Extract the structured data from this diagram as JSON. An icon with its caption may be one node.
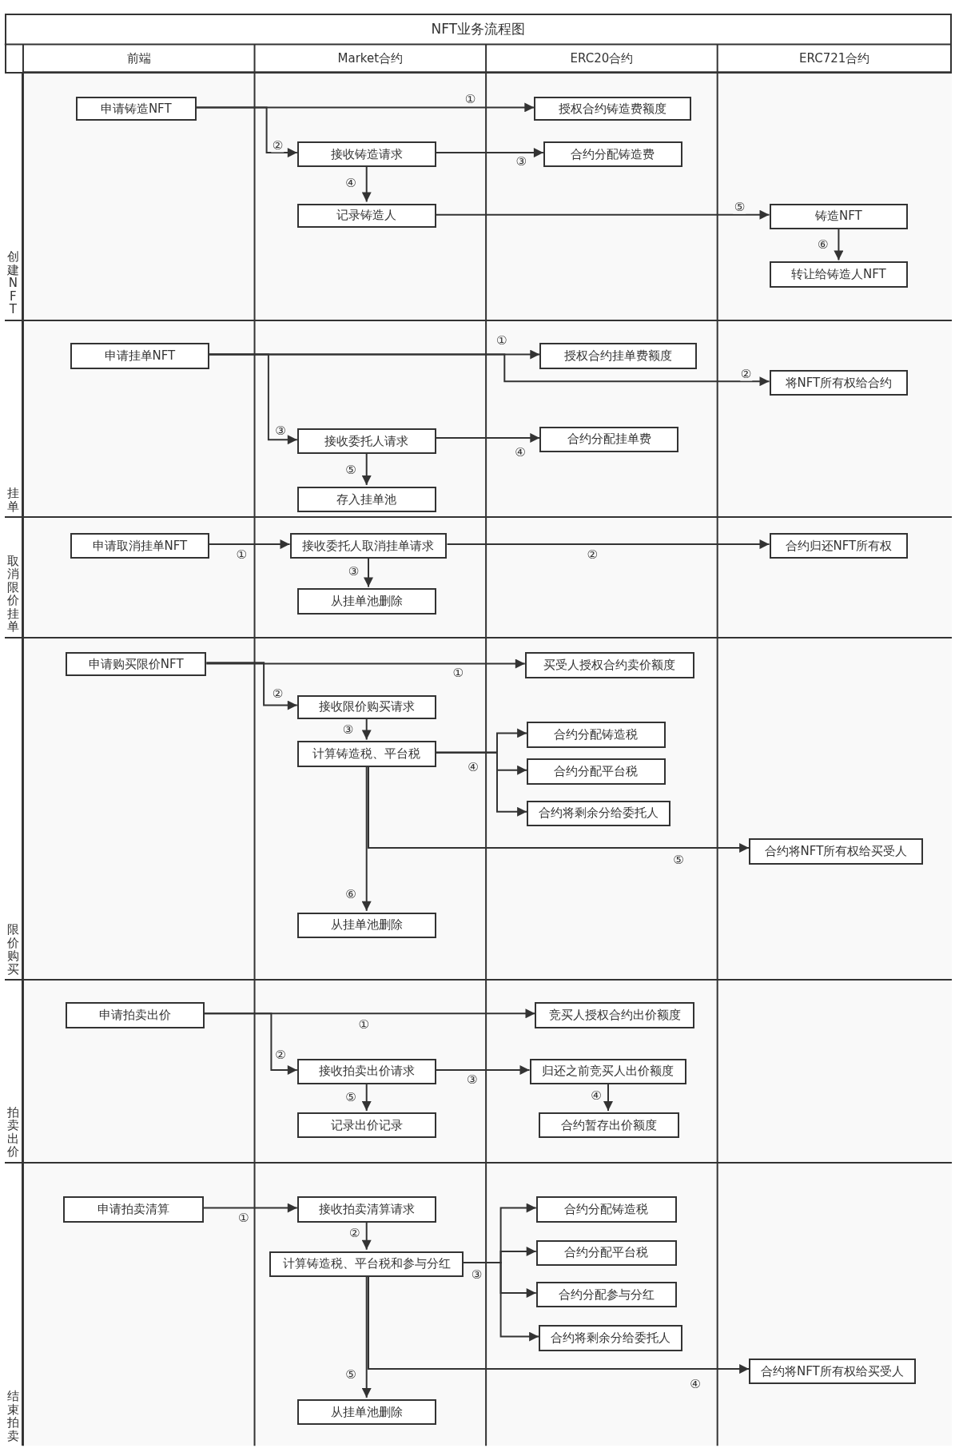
{
  "diagram": {
    "title": "NFT业务流程图",
    "nodes": [
      {
        "text": [
          "创建NFT"
        ]
      },
      {
        "text": [
          "申请铸造NFT"
        ],
        "in": 0
      },
      {
        "text": [
          "授权合约铸造费额度"
        ],
        "in": 0
      },
      {
        "text": [
          "接收铸造请求"
        ],
        "in": 0
      },
      {
        "text": [
          "合约分配铸造费"
        ],
        "in": 0
      },
      {
        "text": [
          "记录铸造人"
        ],
        "in": 0
      },
      {
        "text": [
          "铸造NFT"
        ],
        "in": 0
      },
      {
        "text": [
          "转让给铸造人NFT"
        ],
        "in": 0
      },
      {
        "text": [
          "挂单"
        ]
      },
      {
        "text": [
          "申请挂单NFT"
        ],
        "in": 8
      },
      {
        "text": [
          "授权合约挂单费额度"
        ],
        "in": 8
      },
      {
        "text": [
          "将NFT所有权给合约"
        ],
        "in": 8
      },
      {
        "text": [
          "接收委托人请求"
        ],
        "in": 8
      },
      {
        "text": [
          "合约分配挂单费"
        ],
        "in": 8
      },
      {
        "text": [
          "存入挂单池"
        ],
        "in": 8
      },
      {
        "text": [
          "取消限价挂单"
        ]
      },
      {
        "text": [
          "申请取消挂单NFT"
        ],
        "in": 15
      },
      {
        "text": [
          "接收委托人取消挂单请求"
        ],
        "in": 15
      },
      {
        "text": [
          "合约归还NFT所有权"
        ],
        "in": 15
      },
      {
        "text": [
          "从挂单池删除"
        ],
        "in": 15
      },
      {
        "text": [
          "限价购买"
        ]
      },
      {
        "text": [
          "申请购买限价NFT"
        ],
        "in": 20
      },
      {
        "text": [
          "买受人授权合约卖价额度"
        ],
        "in": 20
      },
      {
        "text": [
          "接收限价购买请求"
        ],
        "in": 20
      },
      {
        "text": [
          "计算铸造税、平台税"
        ],
        "in": 20
      },
      {
        "text": [
          "合约分配铸造税"
        ],
        "in": 20
      },
      {
        "text": [
          "合约分配平台税"
        ],
        "in": 20
      },
      {
        "text": [
          "合约将剩余分给委托人"
        ],
        "in": 20
      },
      {
        "text": [
          "合约将NFT所有权给买受人"
        ],
        "in": 20
      },
      {
        "text": [
          "从挂单池删除"
        ],
        "in": 20
      },
      {
        "text": [
          "拍卖出价"
        ]
      },
      {
        "text": [
          "申请拍卖出价"
        ],
        "in": 30
      },
      {
        "text": [
          "竞买人授权合约出价额度"
        ],
        "in": 30
      },
      {
        "text": [
          "接收拍卖出价请求"
        ],
        "in": 30
      },
      {
        "text": [
          "归还之前竞买人出价额度"
        ],
        "in": 30
      },
      {
        "text": [
          "合约暂存出价额度"
        ],
        "in": 30
      },
      {
        "text": [
          "记录出价记录"
        ],
        "in": 30
      },
      {
        "text": [
          "结束拍卖"
        ]
      },
      {
        "text": [
          "申请拍卖清算"
        ],
        "in": 37
      },
      {
        "text": [
          "接收拍卖清算请求"
        ],
        "in": 37
      },
      {
        "text": [
          "计算铸造税、平台税和参与分红"
        ],
        "in": 37
      },
      {
        "text": [
          "合约分配铸造税"
        ],
        "in": 37
      },
      {
        "text": [
          "合约分配平台税"
        ],
        "in": 37
      },
      {
        "text": [
          "合约分配参与分红"
        ],
        "in": 37
      },
      {
        "text": [
          "合约将剩余分给委托人"
        ],
        "in": 37
      },
      {
        "text": [
          "合约将NFT所有权给买受人"
        ],
        "in": 37
      },
      {
        "text": [
          "从挂单池删除"
        ],
        "in": 37
      }
    ],
    "edges": [
      {
        "from": 1,
        "to": 2,
        "arrow": "to",
        "label": "①"
      },
      {
        "from": 1,
        "to": 3,
        "arrow": "to",
        "label": "②"
      },
      {
        "from": 3,
        "to": 4,
        "arrow": "to",
        "label": "③"
      },
      {
        "from": 3,
        "to": 5,
        "arrow": "to",
        "label": "④"
      },
      {
        "from": 5,
        "to": 6,
        "arrow": "to",
        "label": "⑤"
      },
      {
        "from": 6,
        "to": 7,
        "arrow": "to",
        "label": "⑥"
      },
      {
        "from": 9,
        "to": 10,
        "arrow": "to",
        "label": "①"
      },
      {
        "from": 9,
        "to": 11,
        "arrow": "to",
        "label": "②"
      },
      {
        "from": 9,
        "to": 12,
        "arrow": "to",
        "label": "③"
      },
      {
        "from": 12,
        "to": 13,
        "arrow": "to",
        "label": "④"
      },
      {
        "from": 12,
        "to": 14,
        "arrow": "to",
        "label": "⑤"
      },
      {
        "from": 16,
        "to": 17,
        "arrow": "to",
        "label": "①"
      },
      {
        "from": 17,
        "to": 18,
        "arrow": "to",
        "label": "②"
      },
      {
        "from": 17,
        "to": 19,
        "arrow": "to",
        "label": "③"
      },
      {
        "from": 21,
        "to": 22,
        "arrow": "to",
        "label": "①"
      },
      {
        "from": 21,
        "to": 23,
        "arrow": "to",
        "label": "②"
      },
      {
        "from": 23,
        "to": 24,
        "arrow": "to",
        "label": "③"
      },
      {
        "from": 24,
        "to": 25,
        "arrow": "to",
        "label": "④"
      },
      {
        "from": 24,
        "to": 26,
        "arrow": "to"
      },
      {
        "from": 24,
        "to": 27,
        "arrow": "to"
      },
      {
        "from": 24,
        "to": 28,
        "arrow": "to",
        "label": "⑤"
      },
      {
        "from": 24,
        "to": 29,
        "arrow": "to",
        "label": "⑥"
      },
      {
        "from": 31,
        "to": 32,
        "arrow": "to",
        "label": "①"
      },
      {
        "from": 31,
        "to": 33,
        "arrow": "to",
        "label": "②"
      },
      {
        "from": 33,
        "to": 34,
        "arrow": "to",
        "label": "③"
      },
      {
        "from": 34,
        "to": 35,
        "arrow": "to",
        "label": "④"
      },
      {
        "from": 33,
        "to": 36,
        "arrow": "to",
        "label": "⑤"
      },
      {
        "from": 38,
        "to": 39,
        "arrow": "to",
        "label": "①"
      },
      {
        "from": 39,
        "to": 40,
        "arrow": "to",
        "label": "②"
      },
      {
        "from": 40,
        "to": 41,
        "arrow": "to",
        "label": "③"
      },
      {
        "from": 40,
        "to": 42,
        "arrow": "to"
      },
      {
        "from": 40,
        "to": 43,
        "arrow": "to"
      },
      {
        "from": 40,
        "to": 44,
        "arrow": "to"
      },
      {
        "from": 40,
        "to": 45,
        "arrow": "to",
        "label": "④"
      },
      {
        "from": 40,
        "to": 46,
        "arrow": "to",
        "label": "⑤"
      }
    ],
    "labels": [
      "前端",
      "Market合约",
      "ERC20合约",
      "ERC721合约"
    ]
  }
}
